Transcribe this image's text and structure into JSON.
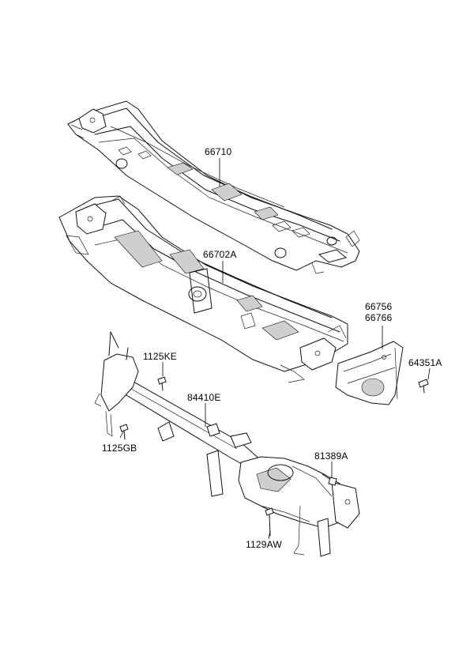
{
  "parts": {
    "p66710": "66710",
    "p66702a": "66702A",
    "p66756": "66756",
    "p66766": "66766",
    "p64351a": "64351A",
    "p1125ke": "1125KE",
    "p84410e": "84410E",
    "p1125gb": "1125GB",
    "p81389a": "81389A",
    "p1129aw": "1129AW"
  }
}
